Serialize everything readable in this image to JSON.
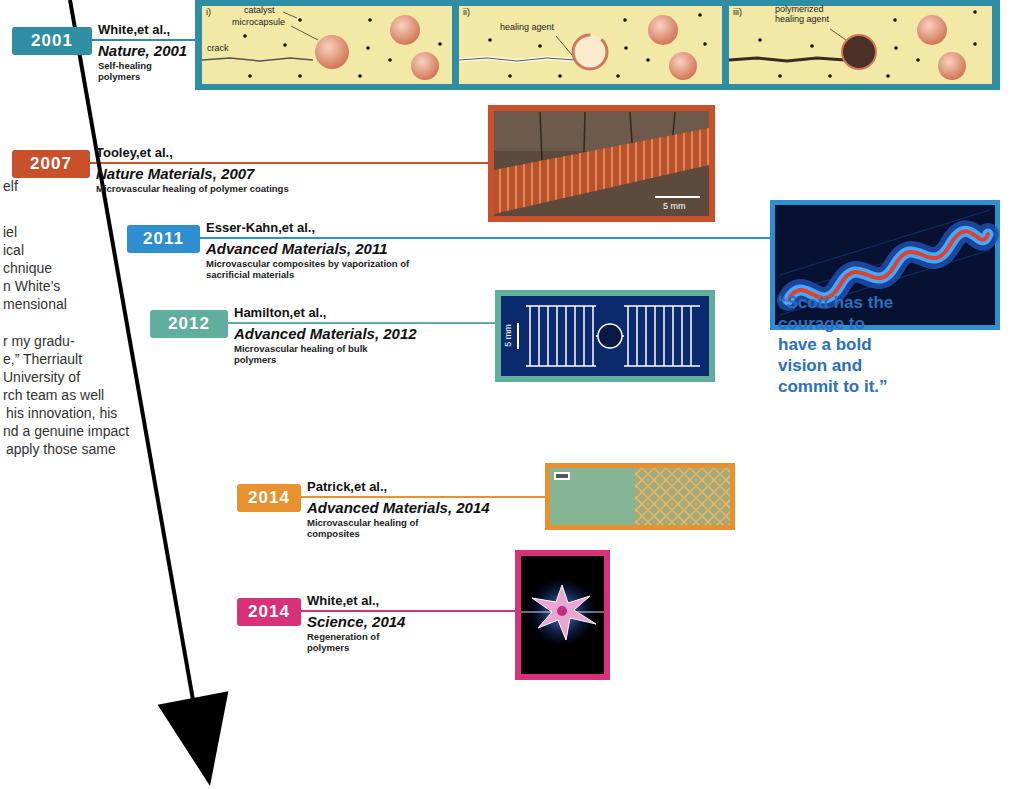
{
  "diagram": {
    "nodes": [
      {
        "text": [
          "2001",
          "White,et al.,",
          "Nature, 2001",
          "Self-healing polymers"
        ]
      },
      {
        "text": [
          "2007",
          "Tooley,et al.,",
          "Nature Materials, 2007",
          "Microvascular healing of polymer coatings"
        ]
      },
      {
        "text": [
          "2011",
          "Esser-Kahn,et al.,",
          "Advanced Materials, 2011",
          "Microvascular composites by vaporization of sacrificial materials"
        ]
      },
      {
        "text": [
          "2012",
          "Hamilton,et al.,",
          "Advanced Materials, 2012",
          "Microvascular healing of bulk polymers"
        ]
      },
      {
        "text": [
          "2014",
          "Patrick,et al.,",
          "Advanced Materials, 2014",
          "Microvascular healing of composites"
        ]
      },
      {
        "text": [
          "2014",
          "White,et al.,",
          "Science, 2014",
          "Regeneration of polymers"
        ]
      }
    ],
    "labels": [
      "i)",
      "catalyst",
      "microcapsule",
      "crack",
      "ii)",
      "healing agent",
      "iii)",
      "polymerized healing agent",
      "5 mm",
      "elf",
      "iel",
      "ical",
      "chnique",
      "n White’s",
      "mensional",
      "5 mm",
      "r my gradu-",
      "e,” Therriault",
      "University of",
      "rch team as well",
      "his innovation, his",
      "nd a genuine impact",
      "apply those same",
      "“Scott has the courage to have a bold vision and commit to it.”"
    ]
  }
}
